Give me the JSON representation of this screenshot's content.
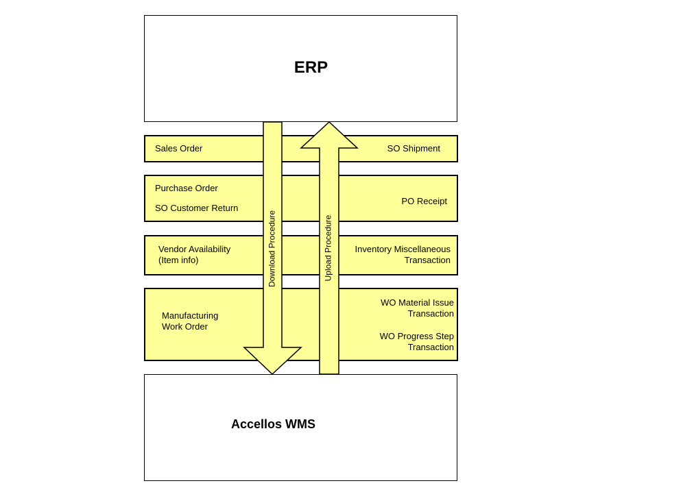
{
  "erp": {
    "title": "ERP"
  },
  "wms": {
    "title": "Accellos WMS"
  },
  "bands": [
    {
      "left": [
        "Sales Order"
      ],
      "right": [
        "SO Shipment"
      ]
    },
    {
      "left": [
        "Purchase Order",
        "SO Customer Return"
      ],
      "right": [
        "PO Receipt"
      ]
    },
    {
      "left": [
        "Vendor Availability",
        "(Item info)"
      ],
      "right": [
        "Inventory Miscellaneous",
        "Transaction"
      ]
    },
    {
      "left": [
        "Manufacturing",
        "Work Order"
      ],
      "right": [
        "WO Material Issue",
        "Transaction",
        "WO Progress Step",
        "Transaction"
      ]
    }
  ],
  "arrows": {
    "download_label": "Download Procedure",
    "upload_label": "Upload Procedure",
    "fill": "#ffff99"
  }
}
